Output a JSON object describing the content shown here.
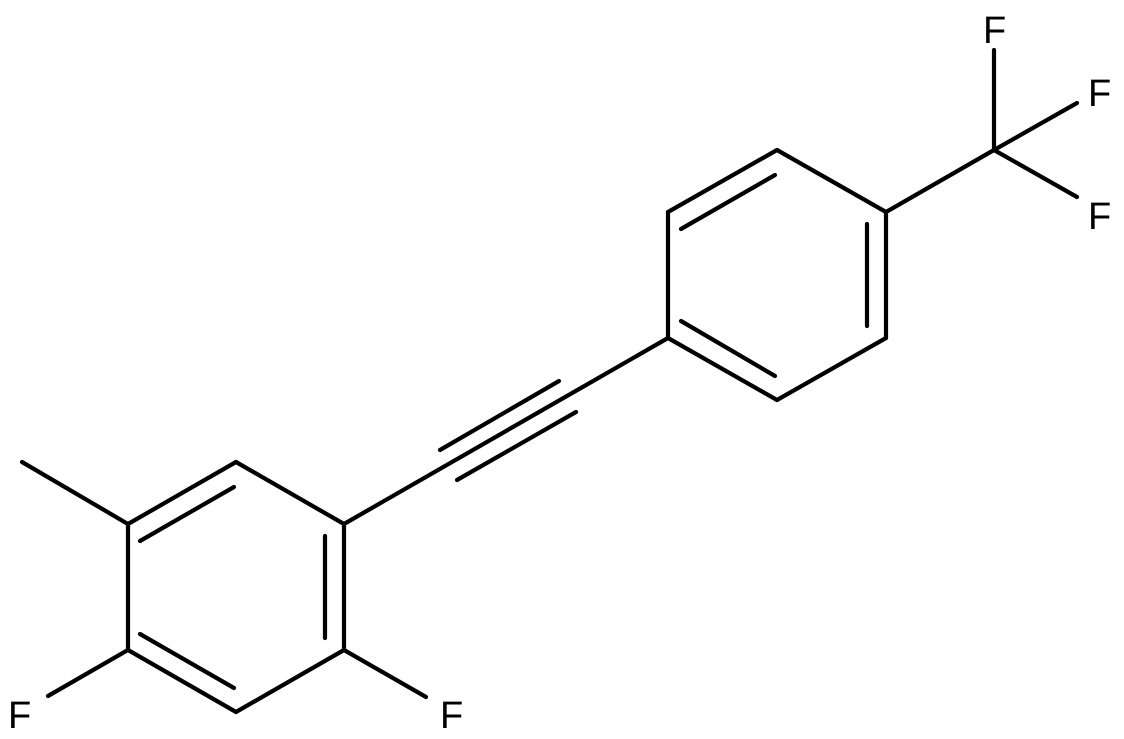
{
  "molecule": {
    "atoms": {
      "f_top": "F",
      "f_mid": "F",
      "f_low": "F",
      "f_ring_left": "F",
      "f_ring_right": "F"
    }
  }
}
